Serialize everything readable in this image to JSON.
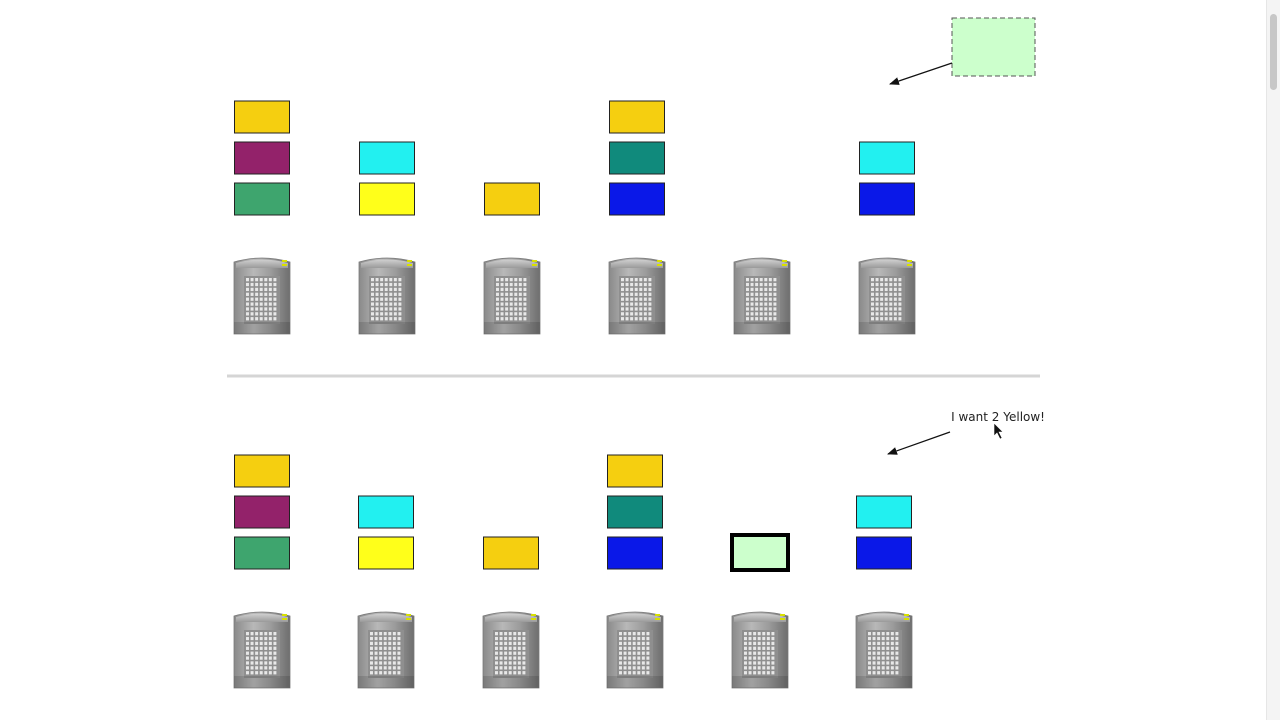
{
  "colors": {
    "yellow_orange": "#f5cf10",
    "maroon": "#93226a",
    "green": "#3ea56e",
    "cyan": "#22f0f0",
    "yellow": "#ffff1a",
    "teal": "#108a7c",
    "blue": "#0a18e8",
    "pale_green": "#ccffcc",
    "separator": "#d5d5d5"
  },
  "top_diagram": {
    "servers": [
      {
        "index": 1,
        "blocks": [
          "green",
          "maroon",
          "yellow_orange"
        ]
      },
      {
        "index": 2,
        "blocks": [
          "yellow",
          "cyan"
        ]
      },
      {
        "index": 3,
        "blocks": [
          "yellow_orange"
        ]
      },
      {
        "index": 4,
        "blocks": [
          "blue",
          "teal",
          "yellow_orange"
        ]
      },
      {
        "index": 5,
        "blocks": []
      },
      {
        "index": 6,
        "blocks": [
          "blue",
          "cyan"
        ]
      }
    ],
    "incoming_task": {
      "color": "pale_green",
      "style": "dashed"
    }
  },
  "bottom_diagram": {
    "servers": [
      {
        "index": 1,
        "blocks": [
          "green",
          "maroon",
          "yellow_orange"
        ]
      },
      {
        "index": 2,
        "blocks": [
          "yellow",
          "cyan"
        ]
      },
      {
        "index": 3,
        "blocks": [
          "yellow_orange"
        ]
      },
      {
        "index": 4,
        "blocks": [
          "blue",
          "teal",
          "yellow_orange"
        ]
      },
      {
        "index": 5,
        "blocks": [
          "pale_green_selected"
        ]
      },
      {
        "index": 6,
        "blocks": [
          "blue",
          "cyan"
        ]
      }
    ],
    "request_text": "I want 2 Yellow!"
  },
  "icons": {
    "server": "server-tower-icon",
    "pointer": "mouse-pointer-icon"
  }
}
